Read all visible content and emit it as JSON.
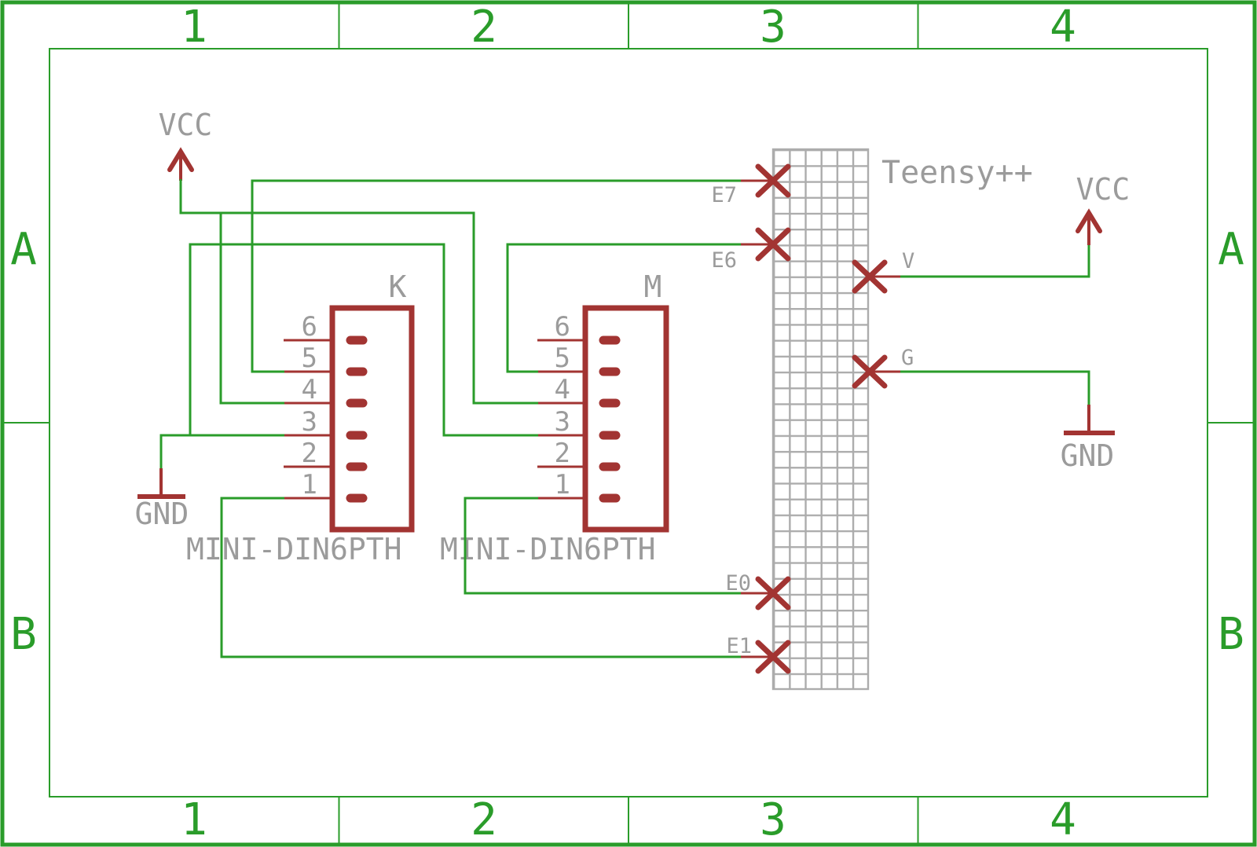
{
  "colors": {
    "green": "#2a9c2a",
    "red": "#a23432",
    "gray": "#9b9b9b",
    "grid": "#acacac",
    "background": "#ffffff"
  },
  "frame": {
    "top": [
      "1",
      "2",
      "3",
      "4"
    ],
    "bottom": [
      "1",
      "2",
      "3",
      "4"
    ],
    "left": [
      "A",
      "B"
    ],
    "right": [
      "A",
      "B"
    ]
  },
  "teensy": {
    "title": "Teensy++",
    "pins": {
      "e7": "E7",
      "e6": "E6",
      "e0": "E0",
      "e1": "E1",
      "v": "V",
      "g": "G"
    }
  },
  "connectors": {
    "k": {
      "designator": "K",
      "value": "MINI-DIN6PTH",
      "pins": [
        "6",
        "5",
        "4",
        "3",
        "2",
        "1"
      ]
    },
    "m": {
      "designator": "M",
      "value": "MINI-DIN6PTH",
      "pins": [
        "6",
        "5",
        "4",
        "3",
        "2",
        "1"
      ]
    }
  },
  "power": {
    "vcc_left": "VCC",
    "vcc_right": "VCC",
    "gnd_left": "GND",
    "gnd_right": "GND"
  }
}
